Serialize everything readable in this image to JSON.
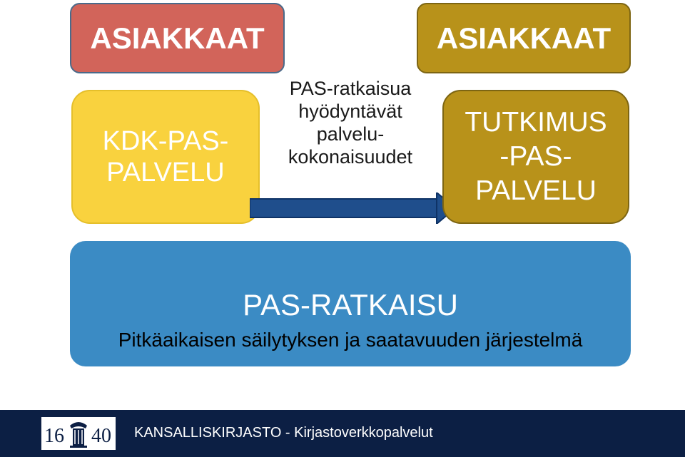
{
  "boxes": {
    "customers_left": "ASIAKKAAT",
    "customers_right": "ASIAKKAAT",
    "kdk_service": "KDK-PAS-\nPALVELU",
    "research_service": "TUTKIMUS\n-PAS-\nPALVELU"
  },
  "connector": {
    "label": "PAS-ratkaisua\nhyödyntävät\npalvelu-\nkokonaisuudet"
  },
  "pas_solution": {
    "title": "PAS-RATKAISU",
    "subtitle": "Pitkäaikaisen säilytyksen ja saatavuuden järjestelmä"
  },
  "footer": {
    "logo_left": "16",
    "logo_right": "40",
    "text": "KANSALLISKIRJASTO - Kirjastoverkkopalvelut"
  },
  "colors": {
    "customers_left": "#d2645a",
    "customers_right": "#b8921a",
    "kdk_service": "#f9d23e",
    "research_service": "#b8921a",
    "pas_solution": "#3b8bc4",
    "arrow": "#1f4e8c",
    "footer": "#0c1f44"
  }
}
